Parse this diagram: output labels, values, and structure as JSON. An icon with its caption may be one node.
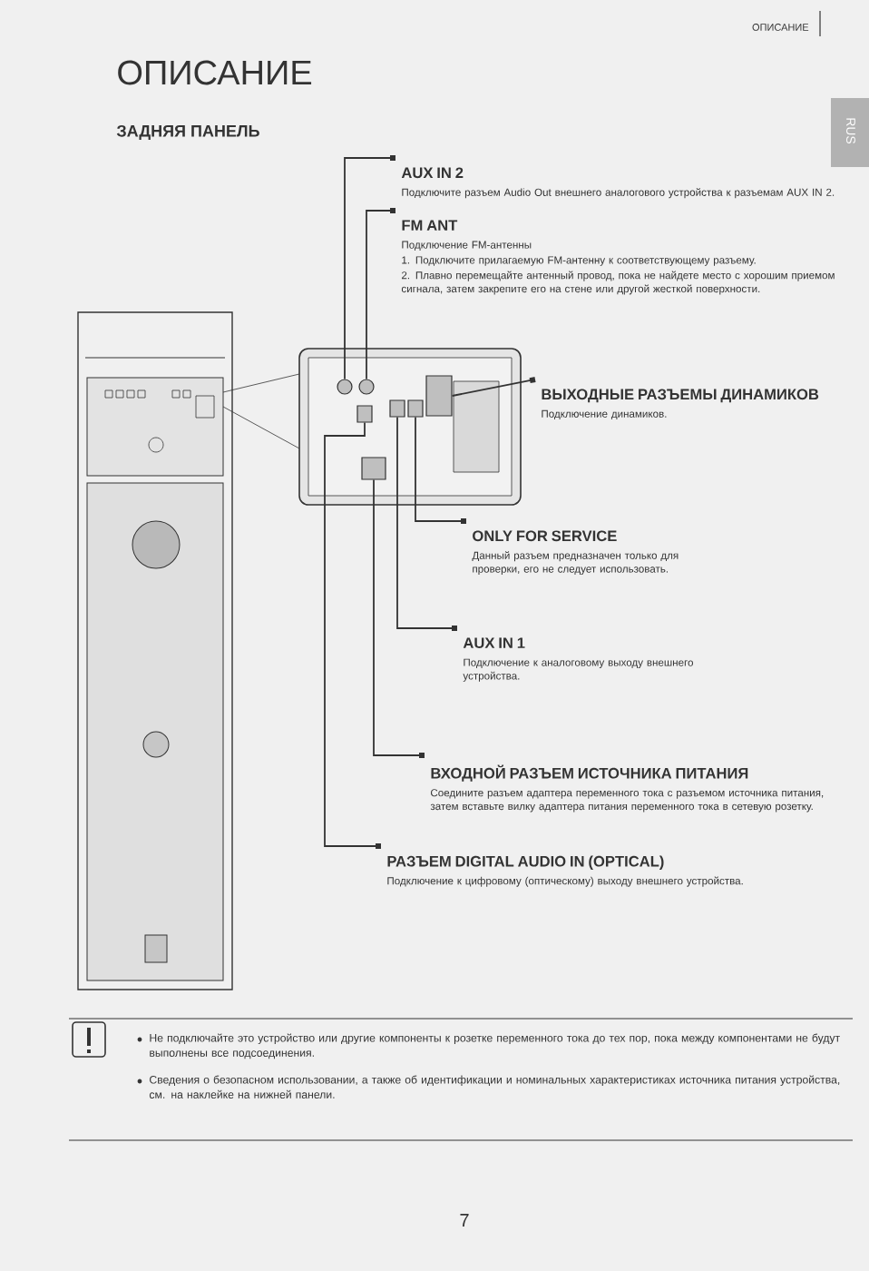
{
  "diagram": {
    "title": "ОПИСАНИЕ",
    "nodes": [
      {
        "text": [
          "AUX IN 2",
          "Подключите разъем Audio Out внешнего аналогового устройства к разъемам AUX IN 2."
        ]
      },
      {
        "text": [
          "FM ANT",
          "Подключение FM-антенны",
          "1. Подключите прилагаемую FM-антенну к соответствующему разъему.",
          "2. Плавно перемещайте антенный провод, пока не найдете место с хорошим приемом сигнала, затем закрепите его на стене или другой жесткой поверхности."
        ]
      },
      {
        "text": [
          "ВЫХОДНЫЕ РАЗЪЕМЫ ДИНАМИКОВ",
          "Подключение динамиков."
        ]
      },
      {
        "text": [
          "ONLY FOR SERVICE",
          "Данный разъем предназначен только для проверки, его не следует использовать."
        ]
      },
      {
        "text": [
          "AUX IN 1",
          "Подключение к аналоговому выходу внешнего устройства."
        ]
      },
      {
        "text": [
          "ВХОДНОЙ РАЗЪЕМ ИСТОЧНИКА ПИТАНИЯ",
          "Соедините разъем адаптера переменного тока с разъемом источника питания, затем вставьте вилку адаптера питания переменного тока в сетевую розетку."
        ]
      },
      {
        "text": [
          "РАЗЪЕМ DIGITAL AUDIO IN (OPTICAL)",
          "Подключение к цифровому (оптическому) выходу внешнего устройства."
        ]
      },
      {
        "text": [],
        "shape": "circle"
      },
      {
        "text": [],
        "shape": "circle"
      },
      {
        "text": [],
        "shape": "box"
      },
      {
        "text": [],
        "shape": "box"
      },
      {
        "text": [],
        "shape": "box"
      },
      {
        "text": [],
        "shape": "box"
      },
      {
        "text": [],
        "shape": "box"
      }
    ],
    "edges": [
      {
        "from": 0,
        "to": 7,
        "arrow": "other"
      },
      {
        "from": 1,
        "to": 8,
        "arrow": "other"
      },
      {
        "from": 2,
        "to": 9,
        "arrow": "other"
      },
      {
        "from": 3,
        "to": 10,
        "arrow": "other"
      },
      {
        "from": 4,
        "to": 11,
        "arrow": "other"
      },
      {
        "from": 5,
        "to": 12,
        "arrow": "other"
      },
      {
        "from": 6,
        "to": 13,
        "arrow": "other"
      }
    ],
    "labels": [
      "ОПИСАНИЕ",
      "ЗАДНЯЯ ПАНЕЛЬ",
      "RUS",
      "Не подключайте это устройство или другие компоненты к розетке переменного тока до тех пор, пока между компонентами не будут выполнены все подсоединения.",
      "Сведения о безопасном использовании, а также об идентификации и номинальных характеристиках источника питания устройства, см. на наклейке на нижней панели.",
      "7"
    ]
  }
}
